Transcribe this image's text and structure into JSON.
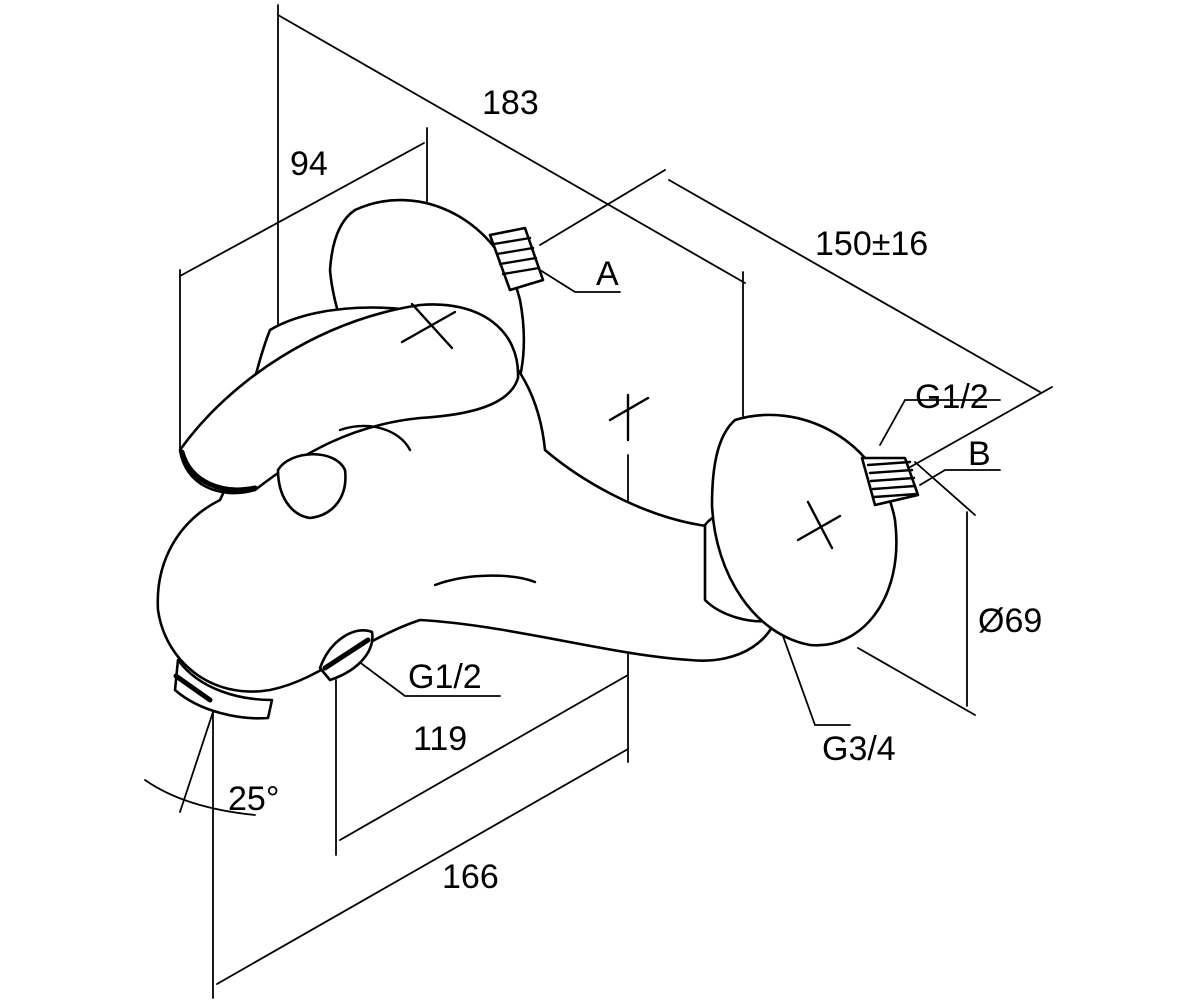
{
  "drawing": {
    "dimensions": {
      "overall_depth": "183",
      "handle_offset": "94",
      "center_distance": "150±16",
      "spout_length_to_axis": "119",
      "spout_length_total": "166",
      "flange_diameter": "Ø69",
      "spout_swivel_angle": "25°"
    },
    "connections": {
      "inlet_a_label": "A",
      "inlet_b_label": "B",
      "inlet_b_thread": "G1/2",
      "outlet_thread": "G1/2",
      "eccentric_thread": "G3/4"
    }
  }
}
